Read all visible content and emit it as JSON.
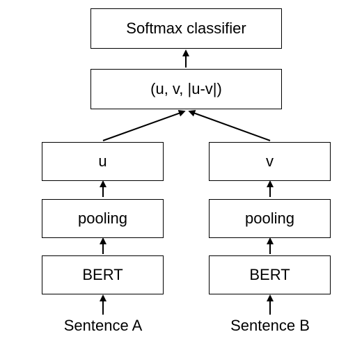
{
  "top": {
    "label": "Softmax classifier"
  },
  "concat": {
    "label": "(u, v, |u-v|)"
  },
  "left": {
    "embedding": "u",
    "pooling": "pooling",
    "encoder": "BERT",
    "input": "Sentence A"
  },
  "right": {
    "embedding": "v",
    "pooling": "pooling",
    "encoder": "BERT",
    "input": "Sentence B"
  }
}
